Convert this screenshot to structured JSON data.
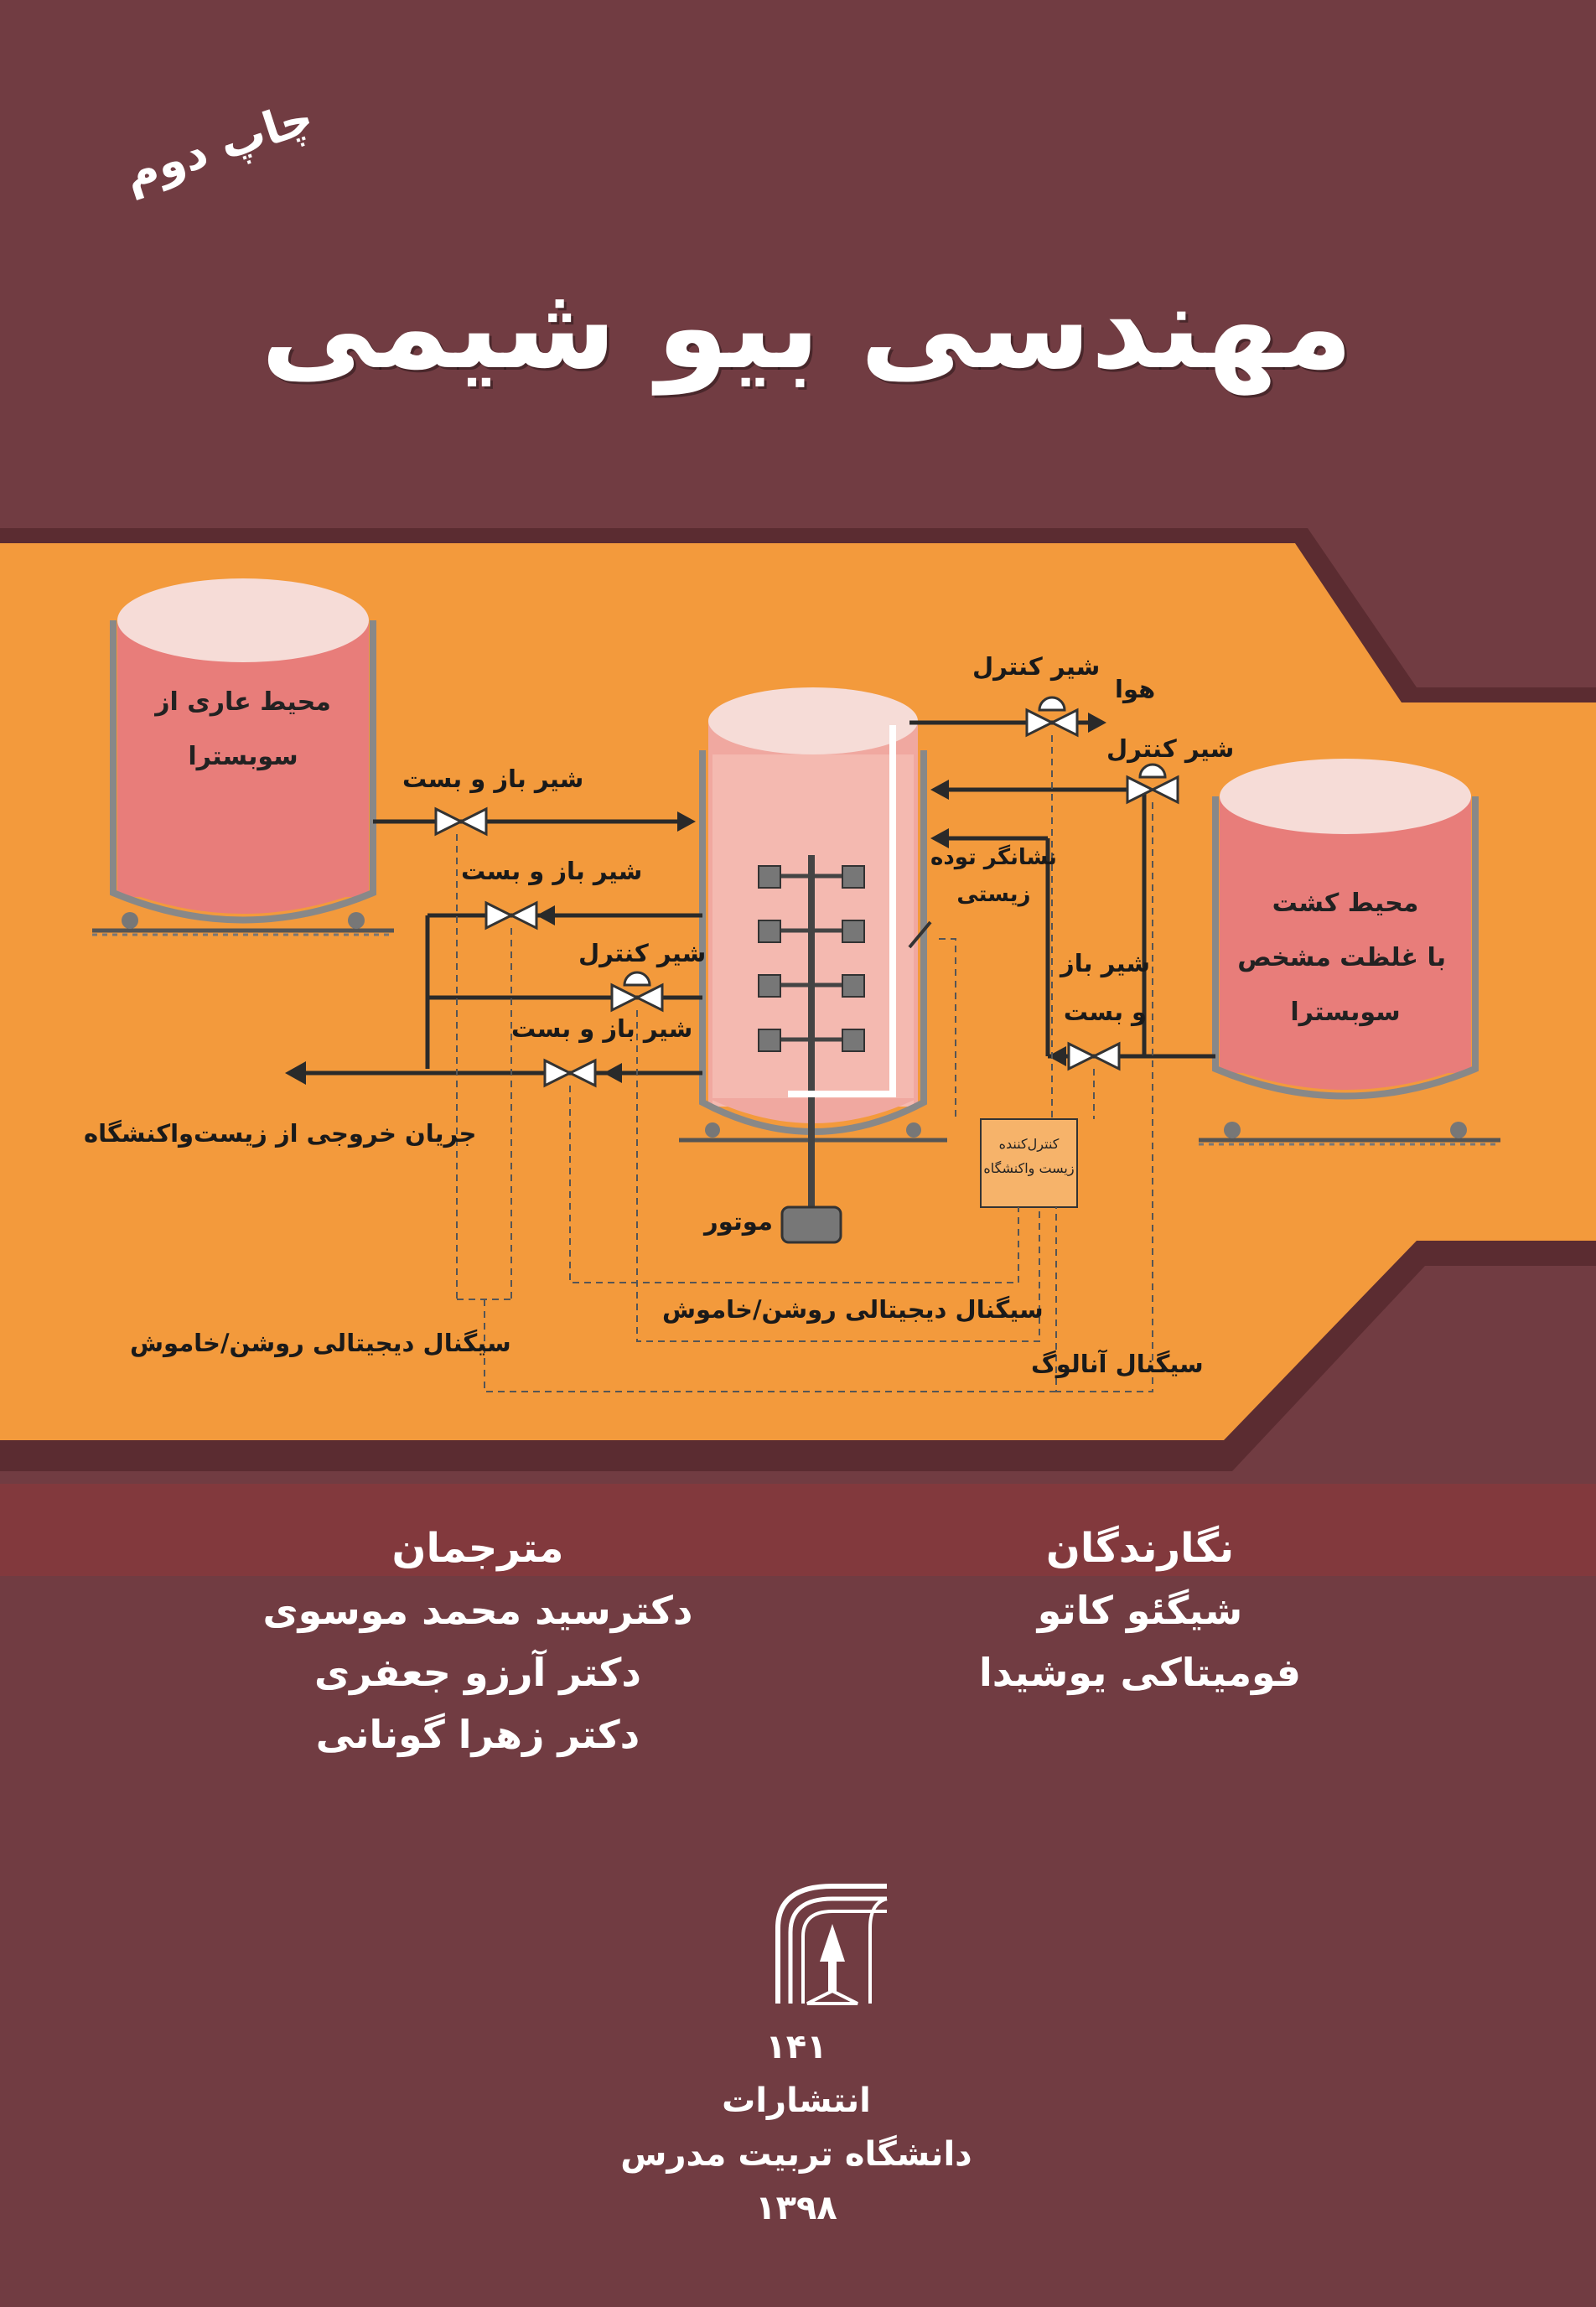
{
  "cover": {
    "edition": "چاپ دوم",
    "title": "مهندسی بیو شیمی"
  },
  "diagram": {
    "feed_tank": [
      "محیط عاری از",
      "سوبسترا"
    ],
    "culture_tank": [
      "محیط کشت",
      "با غلظت مشخص",
      "سوبسترا"
    ],
    "valve_onoff_1": "شیر باز و بست",
    "valve_onoff_2": "شیر باز و بست",
    "valve_control_center": "شیر کنترل",
    "valve_onoff_3": "شیر باز و بست",
    "valve_control_top": "شیر کنترل",
    "air": "هوا",
    "valve_control_right": "شیر کنترل",
    "biomass_sensor": [
      "نشانگر توده",
      "زیستی"
    ],
    "valve_onoff_right": [
      "شیر باز",
      "و بست"
    ],
    "reactor_controller": [
      "کنترل‌کننده",
      "زیست واکنشگاه"
    ],
    "outflow": "جریان خروجی از زیست‌واکنشگاه",
    "motor": "موتور",
    "digital_signal_center": "سیگنال دیجیتالی روشن/خاموش",
    "digital_signal_left": "سیگنال دیجیتالی روشن/خاموش",
    "analog_signal": "سیگنال آنالوگ"
  },
  "credits": {
    "authors_heading": "نگارندگان",
    "authors": [
      "شیگئو کاتو",
      "فومیتاکی یوشیدا"
    ],
    "translators_heading": "مترجمان",
    "translators": [
      "دکترسید محمد موسوی",
      "دکتر آرزو جعفری",
      "دکتر زهرا گونانی"
    ]
  },
  "publisher": {
    "number": "۱۴۱",
    "label": "انتشارات",
    "name": "دانشگاه تربیت مدرس",
    "year": "۱۳۹۸"
  },
  "colors": {
    "background": "#6e3a40",
    "band_dark": "#5a2a2e",
    "diagram_orange": "#f39a3c",
    "tank_fill": "#e77a78",
    "text_white": "#ffffff"
  }
}
